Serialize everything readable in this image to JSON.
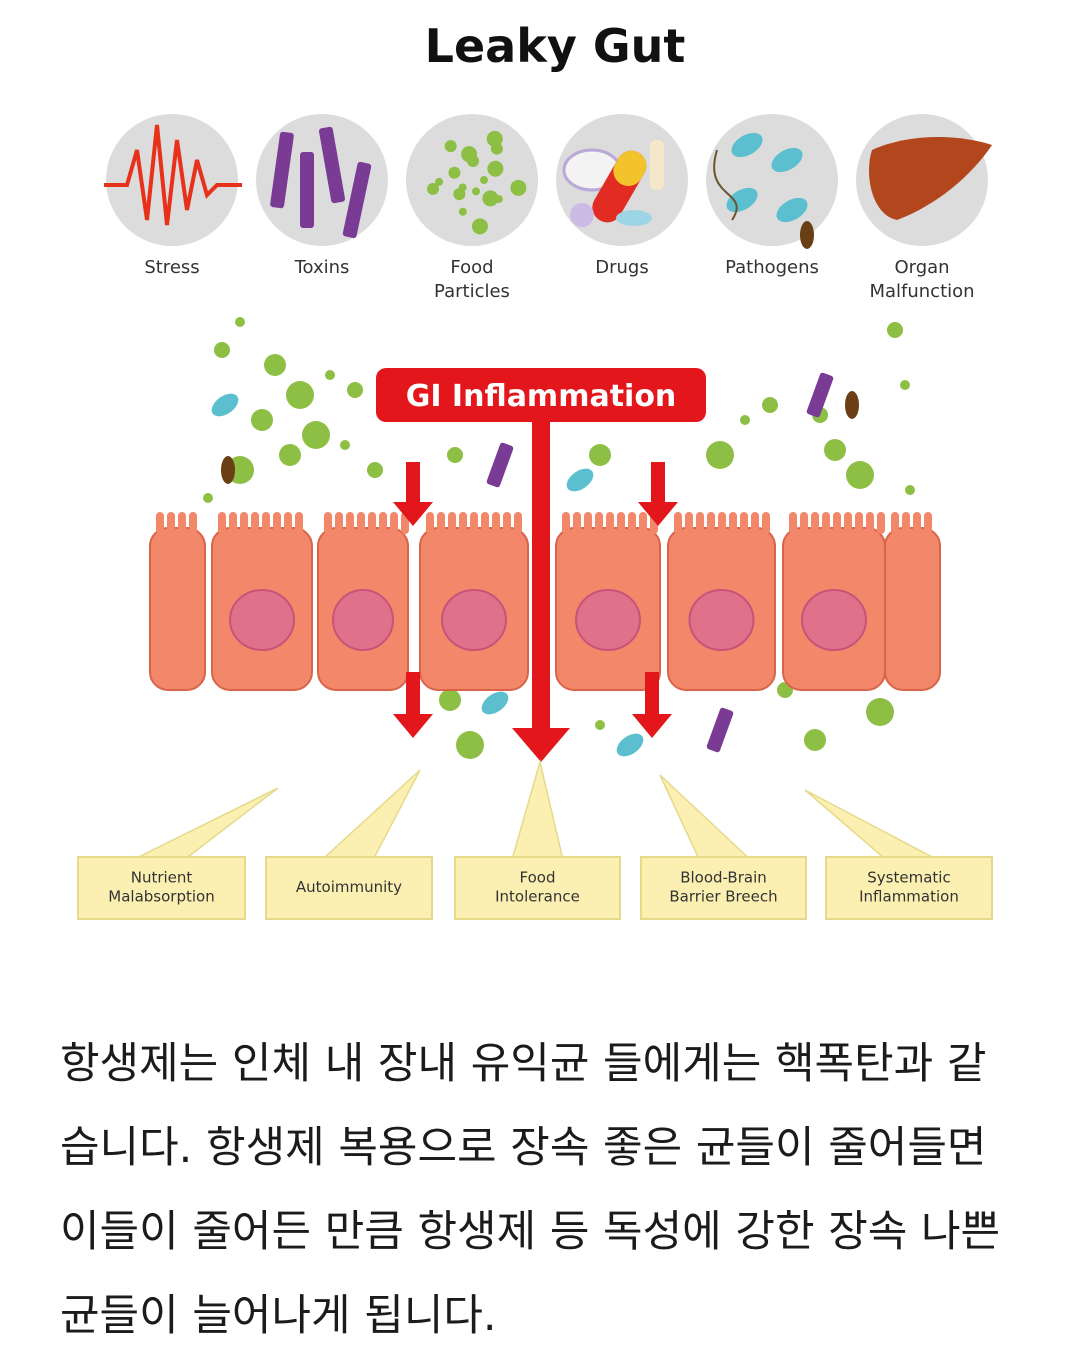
{
  "figure": {
    "title": "Leaky Gut",
    "triggers": [
      {
        "icon": "stress-icon",
        "lines": [
          "Stress"
        ]
      },
      {
        "icon": "toxins-icon",
        "lines": [
          "Toxins"
        ]
      },
      {
        "icon": "food-particles-icon",
        "lines": [
          "Food",
          "Particles"
        ]
      },
      {
        "icon": "drugs-icon",
        "lines": [
          "Drugs"
        ]
      },
      {
        "icon": "pathogens-icon",
        "lines": [
          "Pathogens"
        ]
      },
      {
        "icon": "liver-icon",
        "lines": [
          "Organ",
          "Malfunction"
        ]
      }
    ],
    "banner": "GI Inflammation",
    "outcomes": [
      {
        "lines": [
          "Nutrient",
          "Malabsorption"
        ]
      },
      {
        "lines": [
          "Autoimmunity"
        ]
      },
      {
        "lines": [
          "Food",
          "Intolerance"
        ]
      },
      {
        "lines": [
          "Blood-Brain",
          "Barrier Breech"
        ]
      },
      {
        "lines": [
          "Systematic",
          "Inflammation"
        ]
      }
    ],
    "colors": {
      "inflammation_red": "#e3161b",
      "cell_fill": "#f2876a",
      "nucleus": "#e0718a",
      "particle_green": "#8dbf45",
      "toxin_purple": "#7a3b94",
      "pathogen_teal": "#5bbfcf",
      "outcome_box": "#fbf0b2"
    }
  },
  "article": {
    "text": "항생제는 인체 내 장내 유익균 들에게는 핵폭탄과 같습니다. 항생제 복용으로 장속 좋은 균들이 줄어들면 이들이 줄어든 만큼 항생제 등 독성에 강한 장속 나쁜 균들이 늘어나게 됩니다."
  }
}
